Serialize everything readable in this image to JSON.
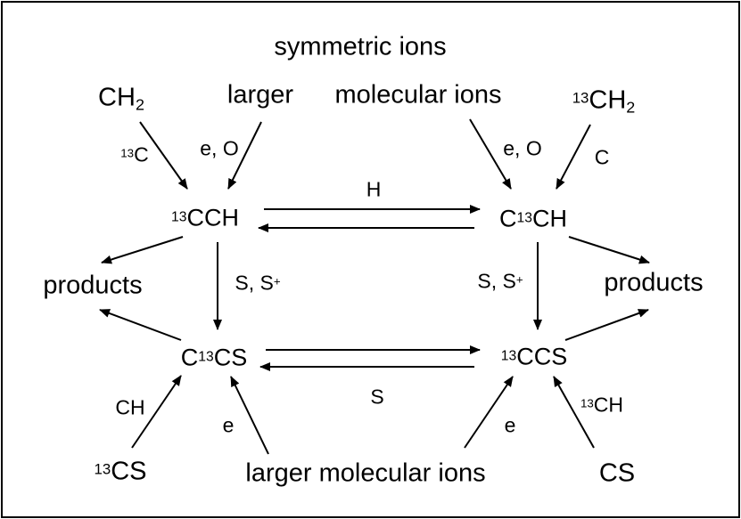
{
  "title": "symmetric ions",
  "nodes": {
    "cch_13_first": {
      "pre_sup": "13",
      "text": "CCH"
    },
    "cch_13_mid": {
      "a": "C",
      "sup": "13",
      "b": "CH"
    },
    "ccs_13_mid": {
      "a": "C",
      "sup": "13",
      "b": "CS"
    },
    "ccs_13_first": {
      "pre_sup": "13",
      "text": "CCS"
    }
  },
  "sources": {
    "ch2": {
      "text": "CH",
      "sub": "2"
    },
    "ch2_13": {
      "pre_sup": "13",
      "text": "CH",
      "sub": "2"
    },
    "larger_top_a": "larger",
    "larger_top_b": "molecular ions",
    "larger_bottom": "larger molecular ions",
    "cs_13": {
      "pre_sup": "13",
      "text": "CS"
    },
    "cs": "CS"
  },
  "products": {
    "left": "products",
    "right": "products"
  },
  "arrow_labels": {
    "c13": {
      "pre_sup": "13",
      "text": "C"
    },
    "e_o_left": "e, O",
    "e_o_right": "e, O",
    "c": "C",
    "h": "H",
    "s_left": {
      "text": "S, S",
      "sup": "+"
    },
    "s_right": {
      "text": "S, S",
      "sup": "+"
    },
    "s_bottom": "S",
    "ch": "CH",
    "e_left": "e",
    "e_right": "e",
    "ch_13": {
      "pre_sup": "13",
      "text": "CH"
    }
  },
  "colors": {
    "ink": "#000000",
    "background": "#ffffff"
  }
}
